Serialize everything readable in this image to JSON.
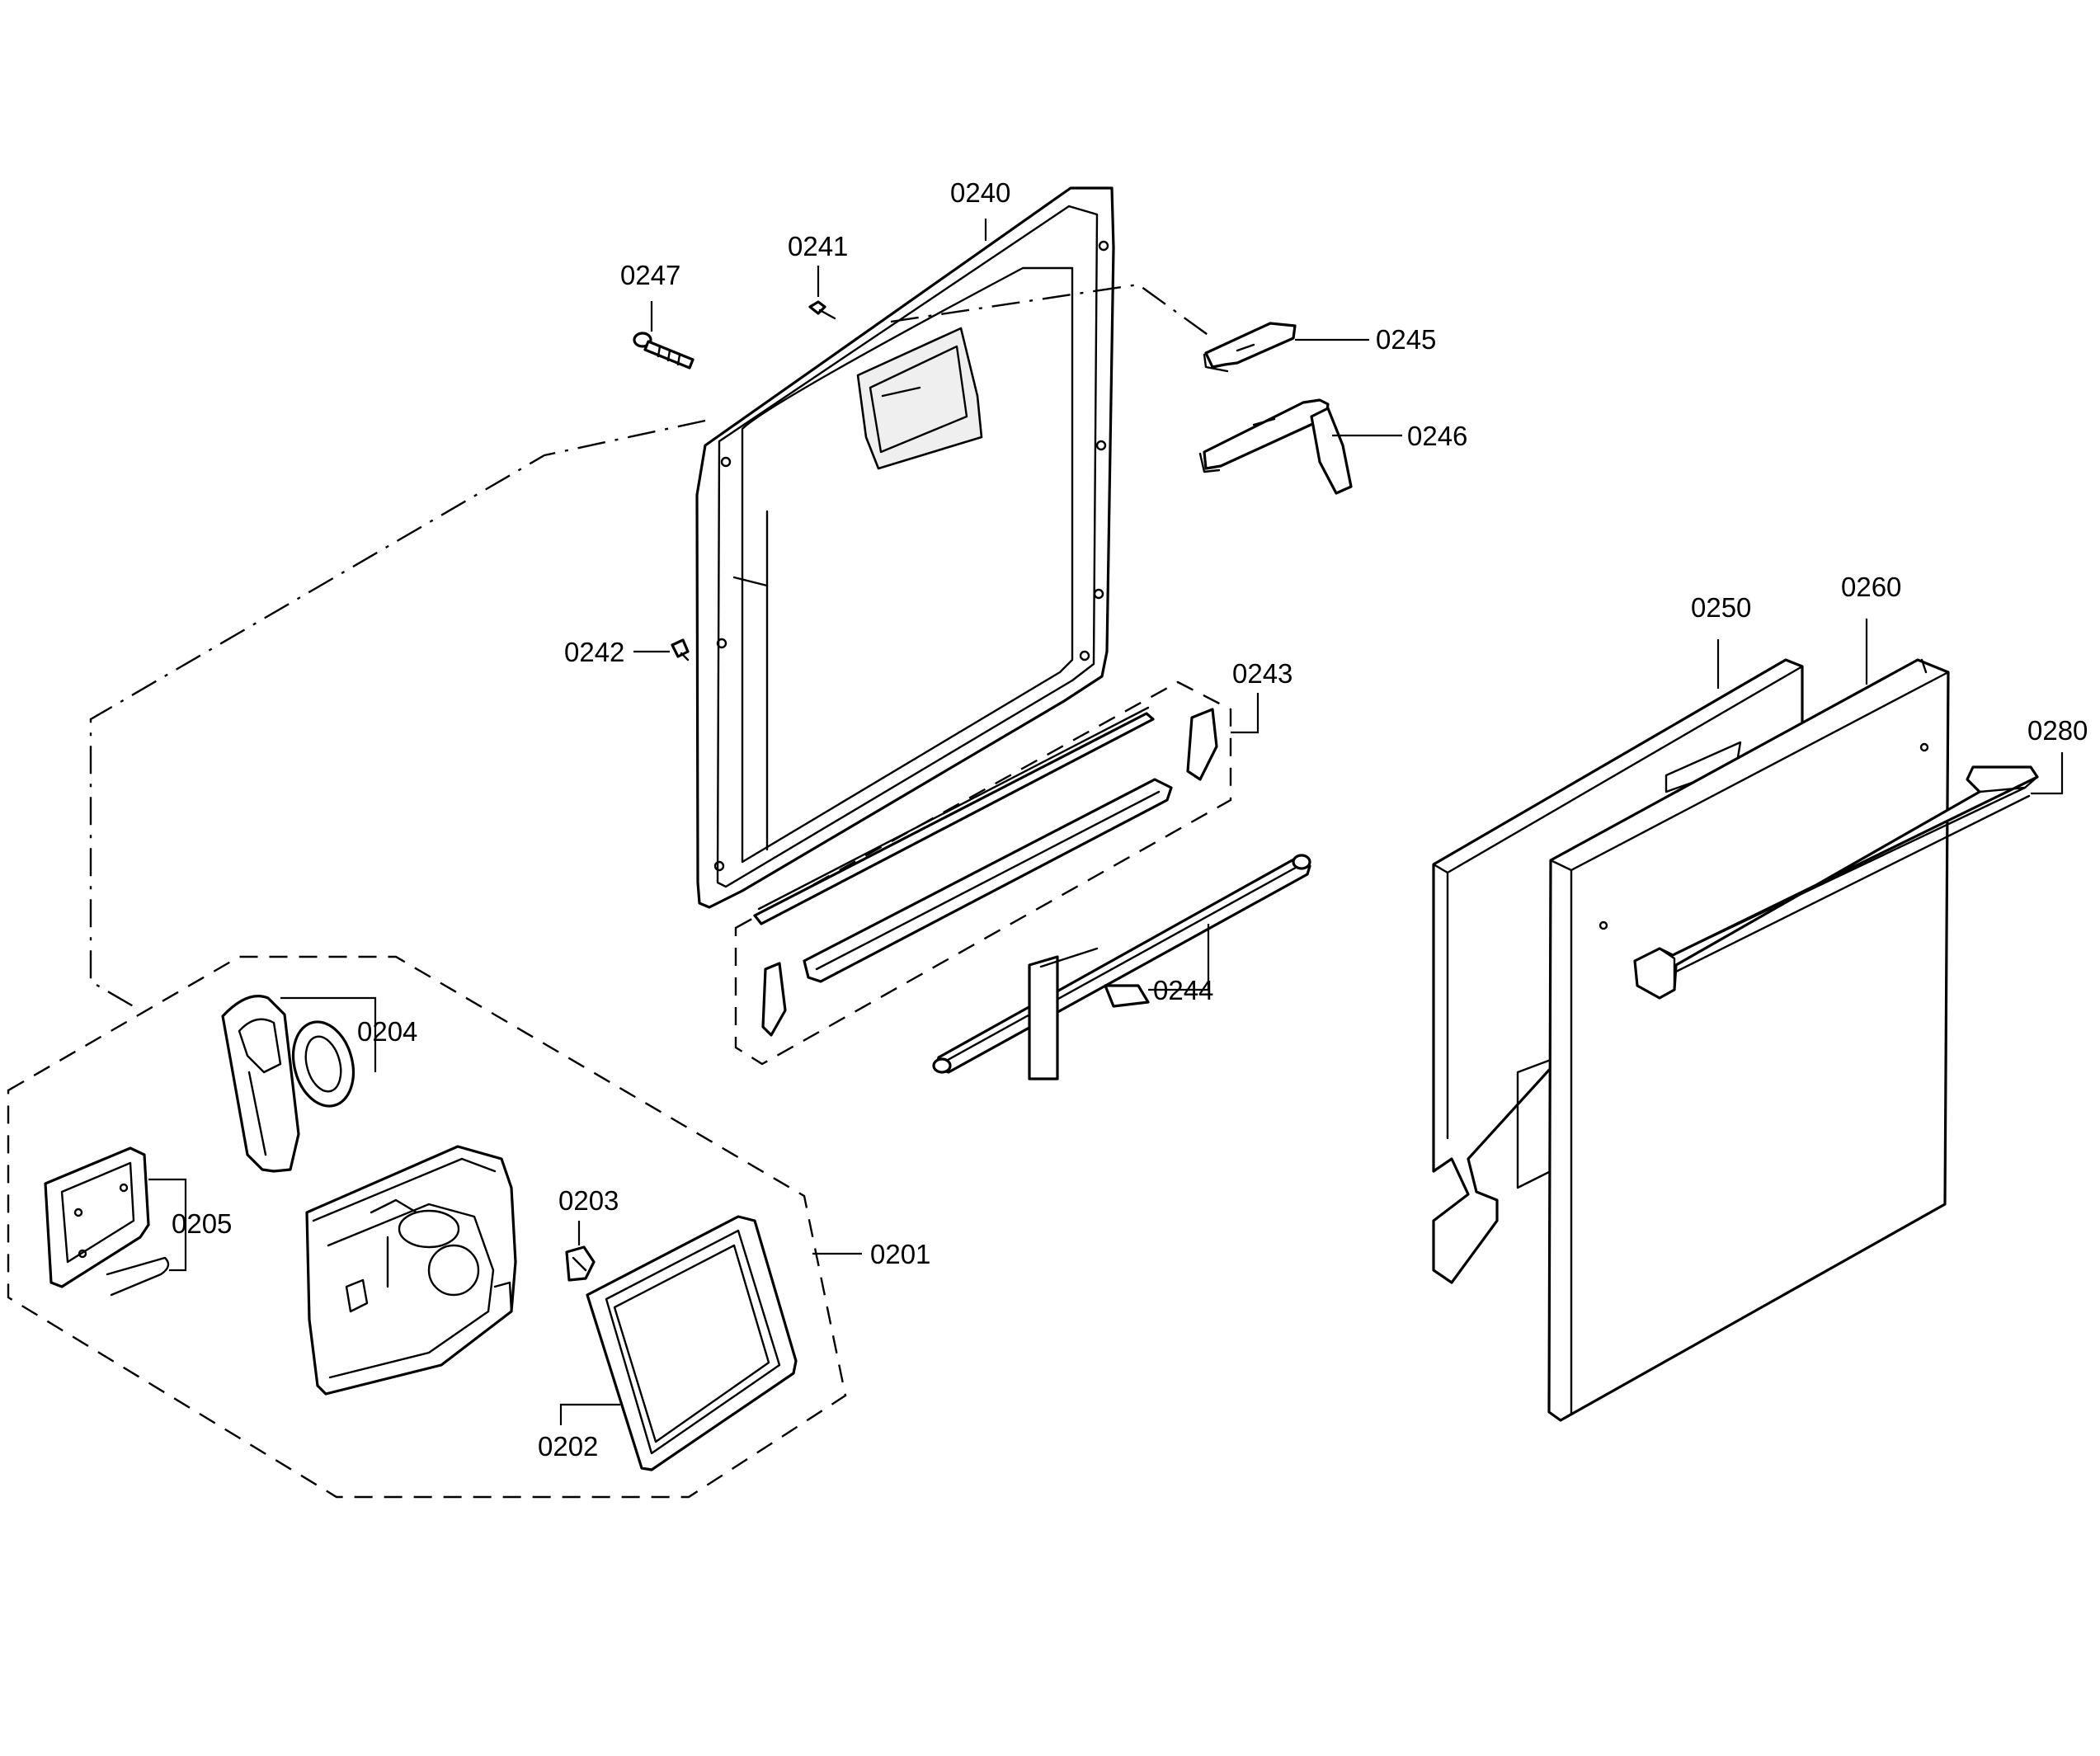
{
  "labels": {
    "p0240": "0240",
    "p0241": "0241",
    "p0247": "0247",
    "p0245": "0245",
    "p0246": "0246",
    "p0242": "0242",
    "p0243": "0243",
    "p0244": "0244",
    "p0250": "0250",
    "p0260": "0260",
    "p0280": "0280",
    "p0204": "0204",
    "p0205": "0205",
    "p0203": "0203",
    "p0201": "0201",
    "p0202": "0202"
  }
}
